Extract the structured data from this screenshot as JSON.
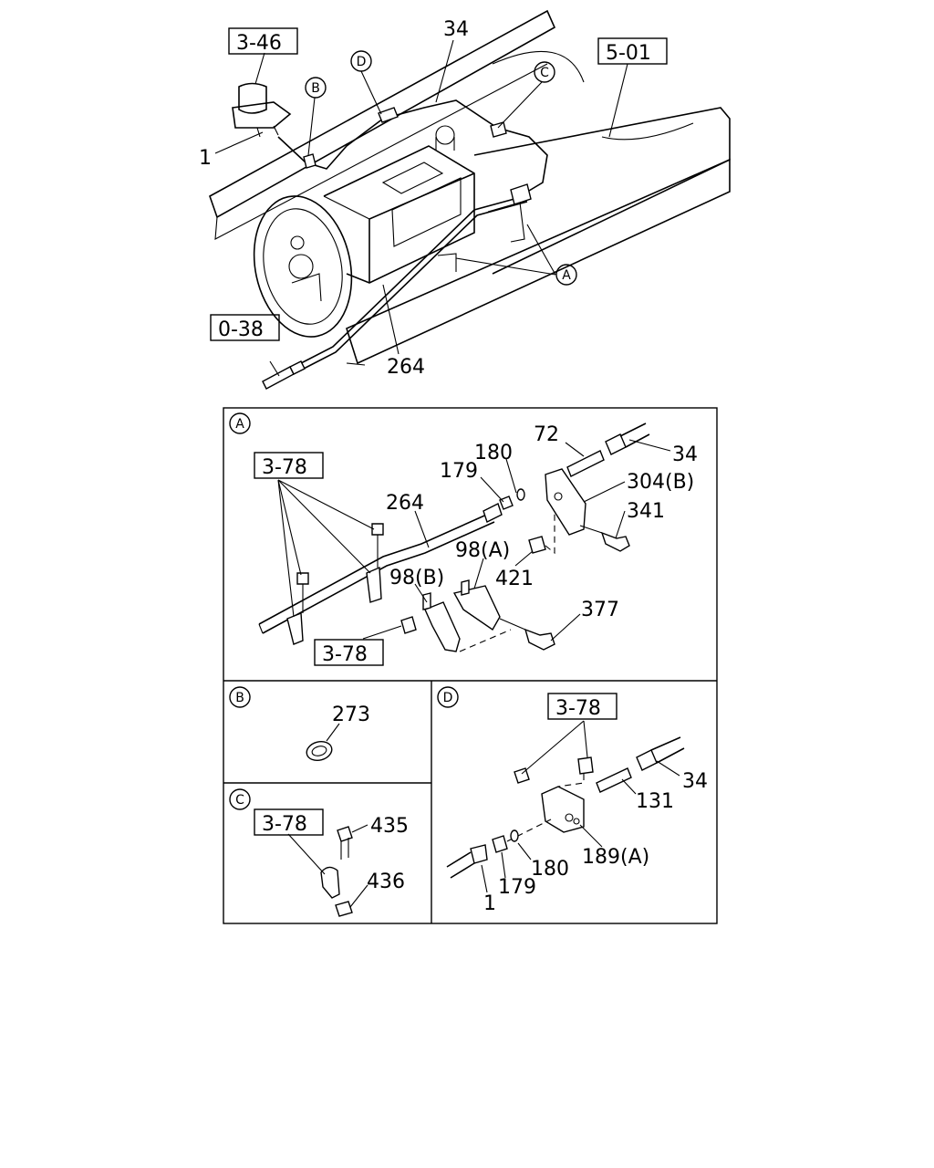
{
  "overview": {
    "refs": {
      "r346": "3-46",
      "r501": "5-01",
      "r038": "0-38"
    },
    "parts": {
      "p34": "34",
      "p1": "1",
      "p264": "264"
    },
    "callouts": {
      "A": "A",
      "B": "B",
      "C": "C",
      "D": "D"
    }
  },
  "detail_a": {
    "title": "A",
    "refs": {
      "r378_top": "3-78",
      "r378_bottom": "3-78"
    },
    "parts": {
      "p72": "72",
      "p180": "180",
      "p179": "179",
      "p34": "34",
      "p304b": "304(B)",
      "p264": "264",
      "p341": "341",
      "p98a": "98(A)",
      "p98b": "98(B)",
      "p421": "421",
      "p377": "377"
    }
  },
  "detail_b": {
    "title": "B",
    "parts": {
      "p273": "273"
    }
  },
  "detail_c": {
    "title": "C",
    "refs": {
      "r378": "3-78"
    },
    "parts": {
      "p435": "435",
      "p436": "436"
    }
  },
  "detail_d": {
    "title": "D",
    "refs": {
      "r378": "3-78"
    },
    "parts": {
      "p34": "34",
      "p131": "131",
      "p189a": "189(A)",
      "p180": "180",
      "p179": "179",
      "p1": "1"
    }
  }
}
